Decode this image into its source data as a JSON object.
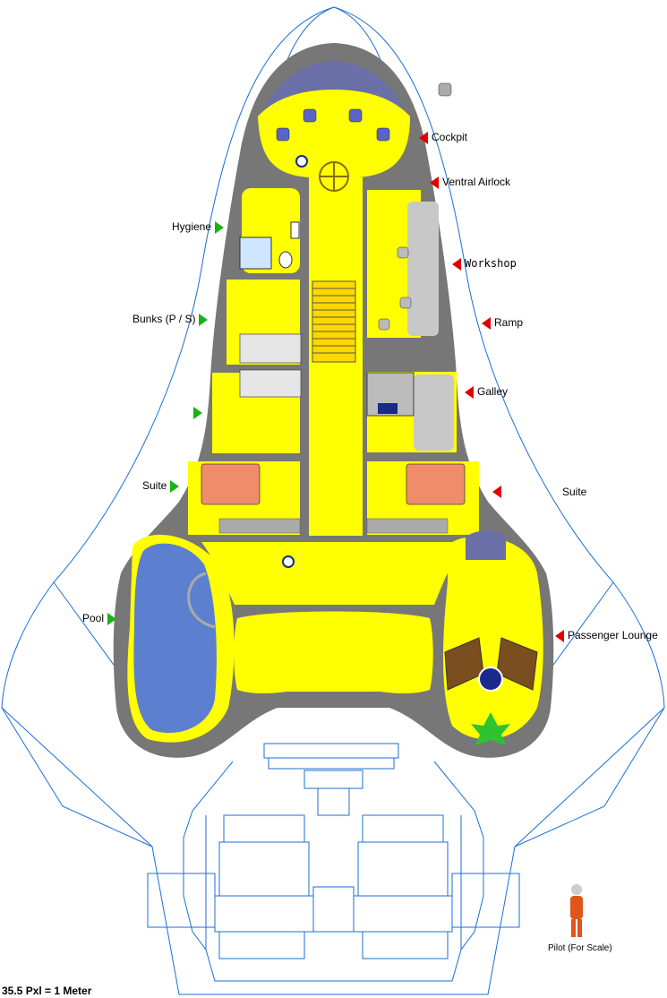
{
  "labels": {
    "cockpit": "Cockpit",
    "ventral_airlock": "Ventral Airlock",
    "workshop": "Workshop",
    "ramp": "Ramp",
    "galley": "Galley",
    "suite_right": "Suite",
    "passenger_lounge": "Passenger Lounge",
    "hygiene": "Hygiene",
    "bunks": "Bunks (P / S)",
    "suite_left": "Suite",
    "pool": "Pool"
  },
  "scale_text": "35.5 Pxl = 1 Meter",
  "pilot_caption": "Pilot (For Scale)",
  "colors": {
    "hull_outline": "#1b6fd6",
    "deck": "#ffff00",
    "wall": "#777777",
    "cockpit_glass": "#6b6fa8",
    "water": "#5c7fcf",
    "bed": "#f08c6a",
    "arrow_red": "#e00000",
    "arrow_green": "#17b417"
  },
  "icons": [
    "chair-icon",
    "wheel-icon",
    "stairs-icon",
    "plant-icon",
    "pilot-figure-icon"
  ]
}
